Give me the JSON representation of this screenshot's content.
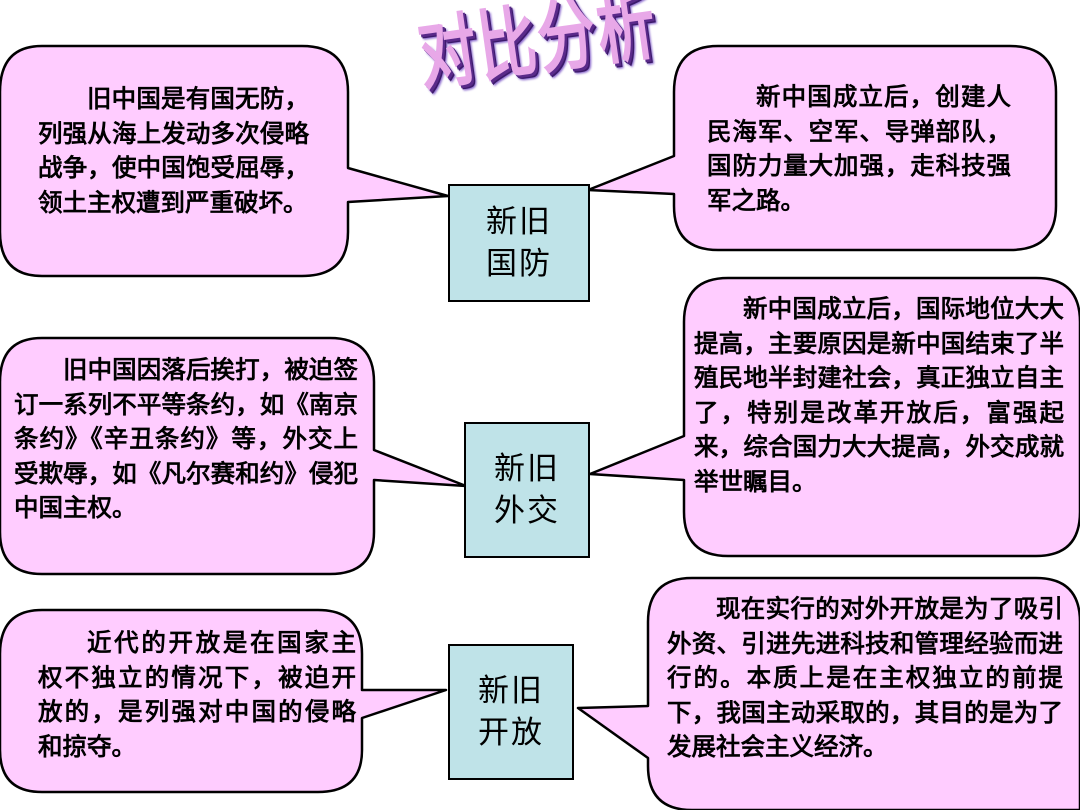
{
  "title": "对比分析",
  "boxes": {
    "defense": "新旧国防",
    "diplomacy": "新旧外交",
    "opening": "新旧开放"
  },
  "bubbles": {
    "old_defense": "旧中国是有国无防，列强从海上发动多次侵略战争，使中国饱受屈辱，领土主权遭到严重破坏。",
    "new_defense": "新中国成立后，创建人民海军、空军、导弹部队，国防力量大加强，走科技强军之路。",
    "old_diplomacy": "旧中国因落后挨打，被迫签订一系列不平等条约，如《南京条约》《辛丑条约》等，外交上受欺辱，如《凡尔赛和约》侵犯中国主权。",
    "new_diplomacy": "新中国成立后，国际地位大大提高，主要原因是新中国结束了半殖民地半封建社会，真正独立自主了，特别是改革开放后，富强起来，综合国力大大提高，外交成就举世瞩目。",
    "old_opening": "近代的开放是在国家主权不独立的情况下，被迫开放的，是列强对中国的侵略和掠夺。",
    "new_opening": "现在实行的对外开放是为了吸引外资、引进先进科技和管理经验而进行的。本质上是在主权独立的前提下，我国主动采取的，其目的是为了发展社会主义经济。"
  },
  "colors": {
    "bubble_fill": "#ffccff",
    "box_fill": "#bfe3e8",
    "title_fill": "#e8a8e8",
    "outline": "#000000"
  }
}
